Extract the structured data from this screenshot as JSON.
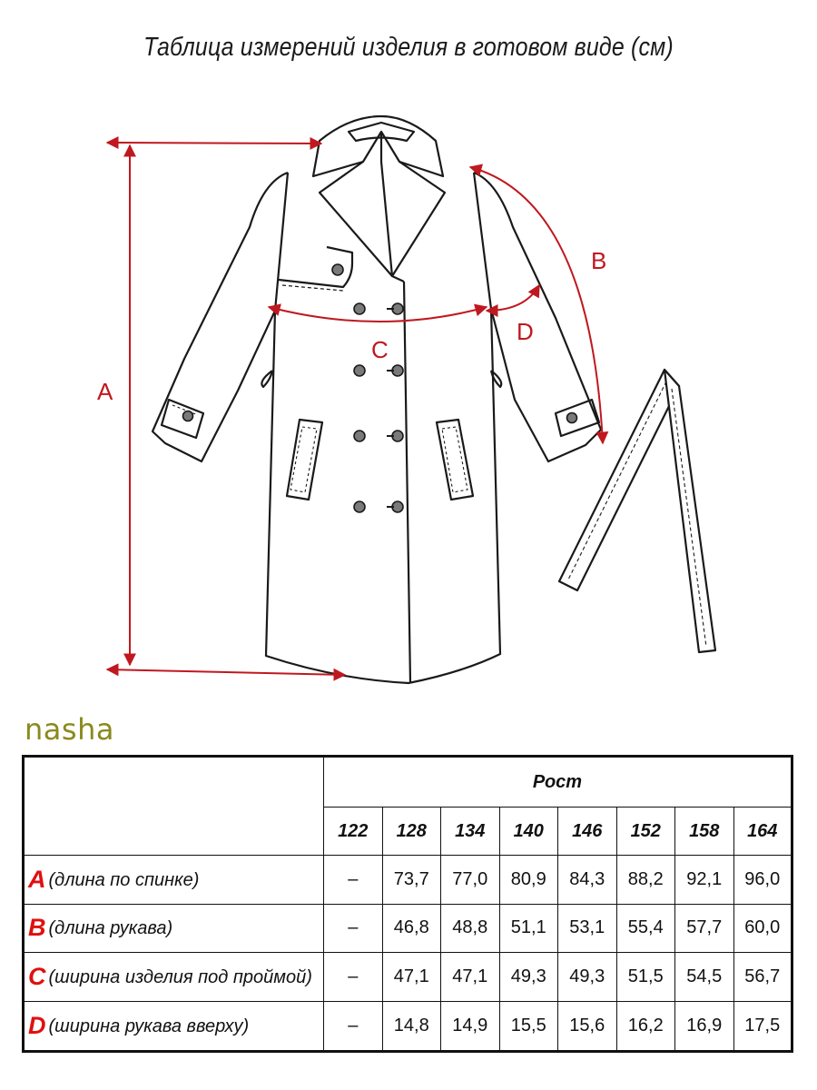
{
  "title": "Таблица измерений изделия в готовом виде (см)",
  "diagram": {
    "labels": {
      "a": "A",
      "b": "B",
      "c": "C",
      "d": "D"
    },
    "colors": {
      "measure": "#c0181f",
      "outline": "#1a1a1a",
      "button": "#7a7a7a"
    }
  },
  "brand": "nasha",
  "table": {
    "header": "Рост",
    "sizes": [
      "122",
      "128",
      "134",
      "140",
      "146",
      "152",
      "158",
      "164"
    ],
    "rows": [
      {
        "letter": "A",
        "label": "(длина по спинке)",
        "values": [
          "–",
          "73,7",
          "77,0",
          "80,9",
          "84,3",
          "88,2",
          "92,1",
          "96,0"
        ]
      },
      {
        "letter": "B",
        "label": "(длина рукава)",
        "values": [
          "–",
          "46,8",
          "48,8",
          "51,1",
          "53,1",
          "55,4",
          "57,7",
          "60,0"
        ]
      },
      {
        "letter": "C",
        "label": "(ширина изделия под проймой)",
        "values": [
          "–",
          "47,1",
          "47,1",
          "49,3",
          "49,3",
          "51,5",
          "54,5",
          "56,7"
        ]
      },
      {
        "letter": "D",
        "label": "(ширина рукава вверху)",
        "values": [
          "–",
          "14,8",
          "14,9",
          "15,5",
          "15,6",
          "16,2",
          "16,9",
          "17,5"
        ]
      }
    ]
  }
}
